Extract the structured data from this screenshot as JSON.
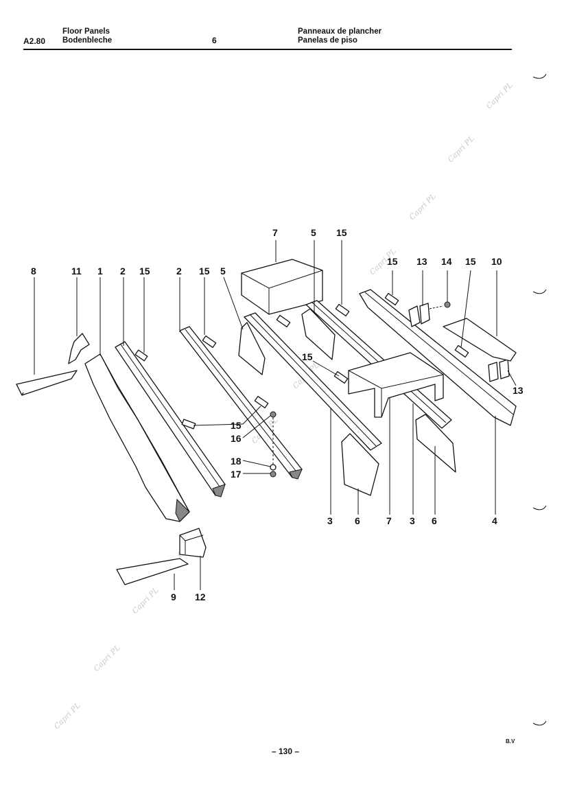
{
  "header": {
    "code": "A2.80",
    "title_en": "Floor Panels",
    "title_de": "Bodenbleche",
    "group": "6",
    "title_fr": "Panneaux de plancher",
    "title_pt": "Panelas de piso"
  },
  "watermark": "Capri PL",
  "callouts": {
    "c8": "8",
    "c11": "11",
    "c1": "1",
    "c2a": "2",
    "c15a": "15",
    "c2b": "2",
    "c15b": "15",
    "c5a": "5",
    "c7a": "7",
    "c5b": "5",
    "c15c": "15",
    "c15d": "15",
    "c13a": "13",
    "c14": "14",
    "c15e": "15",
    "c10": "10",
    "c13b": "13",
    "c15f": "15",
    "c15g": "15",
    "c16": "16",
    "c18": "18",
    "c17": "17",
    "c3a": "3",
    "c6a": "6",
    "c7b": "7",
    "c3b": "3",
    "c6b": "6",
    "c4": "4",
    "c9": "9",
    "c12": "12"
  },
  "footer": {
    "page": "– 130 –",
    "ref": "B.V"
  }
}
